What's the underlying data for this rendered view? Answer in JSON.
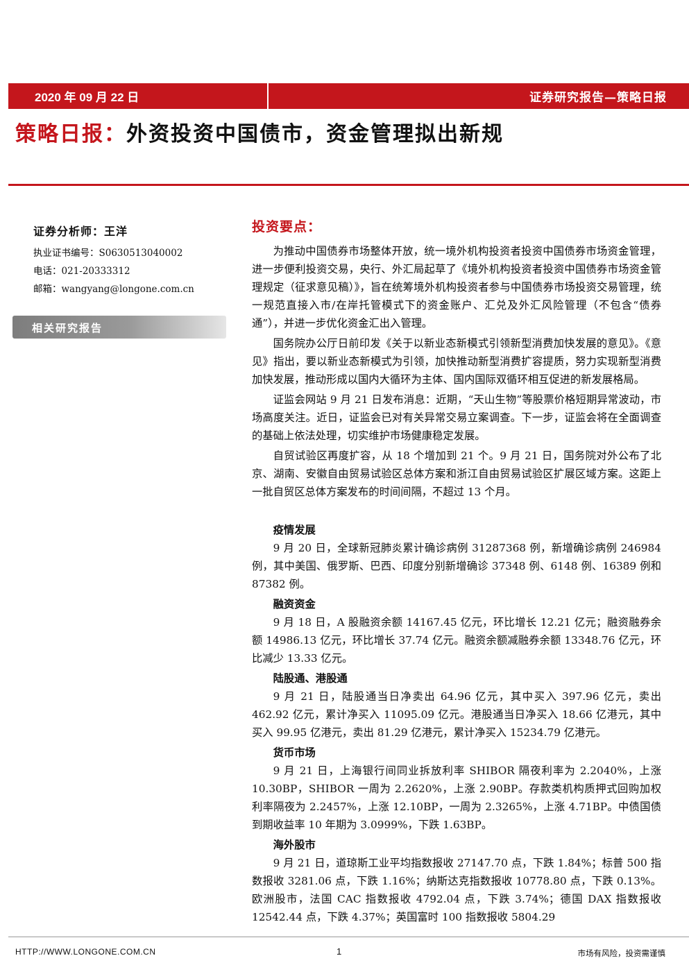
{
  "header": {
    "date": "2020 年 09 月 22 日",
    "report_type": "证券研究报告—策略日报"
  },
  "title": {
    "prefix": "策略日报：",
    "text": "外资投资中国债市，资金管理拟出新规"
  },
  "analyst": {
    "name": "证券分析师：王洋",
    "cert": "执业证书编号：S0630513040002",
    "phone": "电话：021-20333312",
    "email": "邮箱：wangyang@longone.com.cn"
  },
  "sidebar": {
    "related_label": "相关研究报告"
  },
  "main": {
    "section_title": "投资要点：",
    "paragraphs": [
      "为推动中国债券市场整体开放，统一境外机构投资者投资中国债券市场资金管理，进一步便利投资交易，央行、外汇局起草了《境外机构投资者投资中国债券市场资金管理规定（征求意见稿）》，旨在统筹境外机构投资者参与中国债券市场投资交易管理，统一规范直接入市/在岸托管模式下的资金账户、汇兑及外汇风险管理（不包含“债券通”），并进一步优化资金汇出入管理。",
      "国务院办公厅日前印发《关于以新业态新模式引领新型消费加快发展的意见》。《意见》指出，要以新业态新模式为引领，加快推动新型消费扩容提质，努力实现新型消费加快发展，推动形成以国内大循环为主体、国内国际双循环相互促进的新发展格局。",
      "证监会网站 9 月 21 日发布消息：近期，“天山生物”等股票价格短期异常波动，市场高度关注。近日，证监会已对有关异常交易立案调查。下一步，证监会将在全面调查的基础上依法处理，切实维护市场健康稳定发展。",
      "自贸试验区再度扩容，从 18 个增加到 21 个。9 月 21 日，国务院对外公布了北京、湖南、安徽自由贸易试验区总体方案和浙江自由贸易试验区扩展区域方案。这距上一批自贸区总体方案发布的时间间隔，不超过 13 个月。"
    ],
    "topics": [
      {
        "heading": "疫情发展",
        "text": "9 月 20 日，全球新冠肺炎累计确诊病例 31287368 例，新增确诊病例 246984 例，其中美国、俄罗斯、巴西、印度分别新增确诊 37348 例、6148 例、16389 例和 87382 例。"
      },
      {
        "heading": "融资资金",
        "text": "9 月 18 日，A 股融资余额 14167.45 亿元，环比增长 12.21 亿元；融资融券余额 14986.13 亿元，环比增长 37.74 亿元。融资余额减融券余额 13348.76 亿元，环比减少 13.33 亿元。"
      },
      {
        "heading": "陆股通、港股通",
        "text": "9 月 21 日，陆股通当日净卖出 64.96 亿元，其中买入 397.96 亿元，卖出 462.92 亿元，累计净买入 11095.09 亿元。港股通当日净买入 18.66 亿港元，其中买入 99.95 亿港元，卖出 81.29 亿港元，累计净买入 15234.79 亿港元。"
      },
      {
        "heading": "货币市场",
        "text": "9 月 21 日，上海银行间同业拆放利率 SHIBOR 隔夜利率为 2.2040%，上涨 10.30BP，SHIBOR 一周为 2.2620%，上涨 2.90BP。存款类机构质押式回购加权利率隔夜为 2.2457%，上涨 12.10BP，一周为 2.3265%，上涨 4.71BP。中债国债到期收益率 10 年期为 3.0999%，下跌 1.63BP。"
      },
      {
        "heading": "海外股市",
        "text": "9 月 21 日，道琼斯工业平均指数报收 27147.70 点，下跌 1.84%；标普 500 指数报收 3281.06 点，下跌 1.16%；纳斯达克指数报收 10778.80 点，下跌 0.13%。欧洲股市，法国 CAC 指数报收 4792.04 点，下跌 3.74%；德国 DAX 指数报收 12542.44 点，下跌 4.37%；英国富时 100 指数报收 5804.29"
      }
    ]
  },
  "footer": {
    "url": "HTTP://WWW.LONGONE.COM.CN",
    "page": "1",
    "disclaimer": "市场有风险，投资需谨慎"
  },
  "colors": {
    "brand_red": "#c4161c"
  }
}
